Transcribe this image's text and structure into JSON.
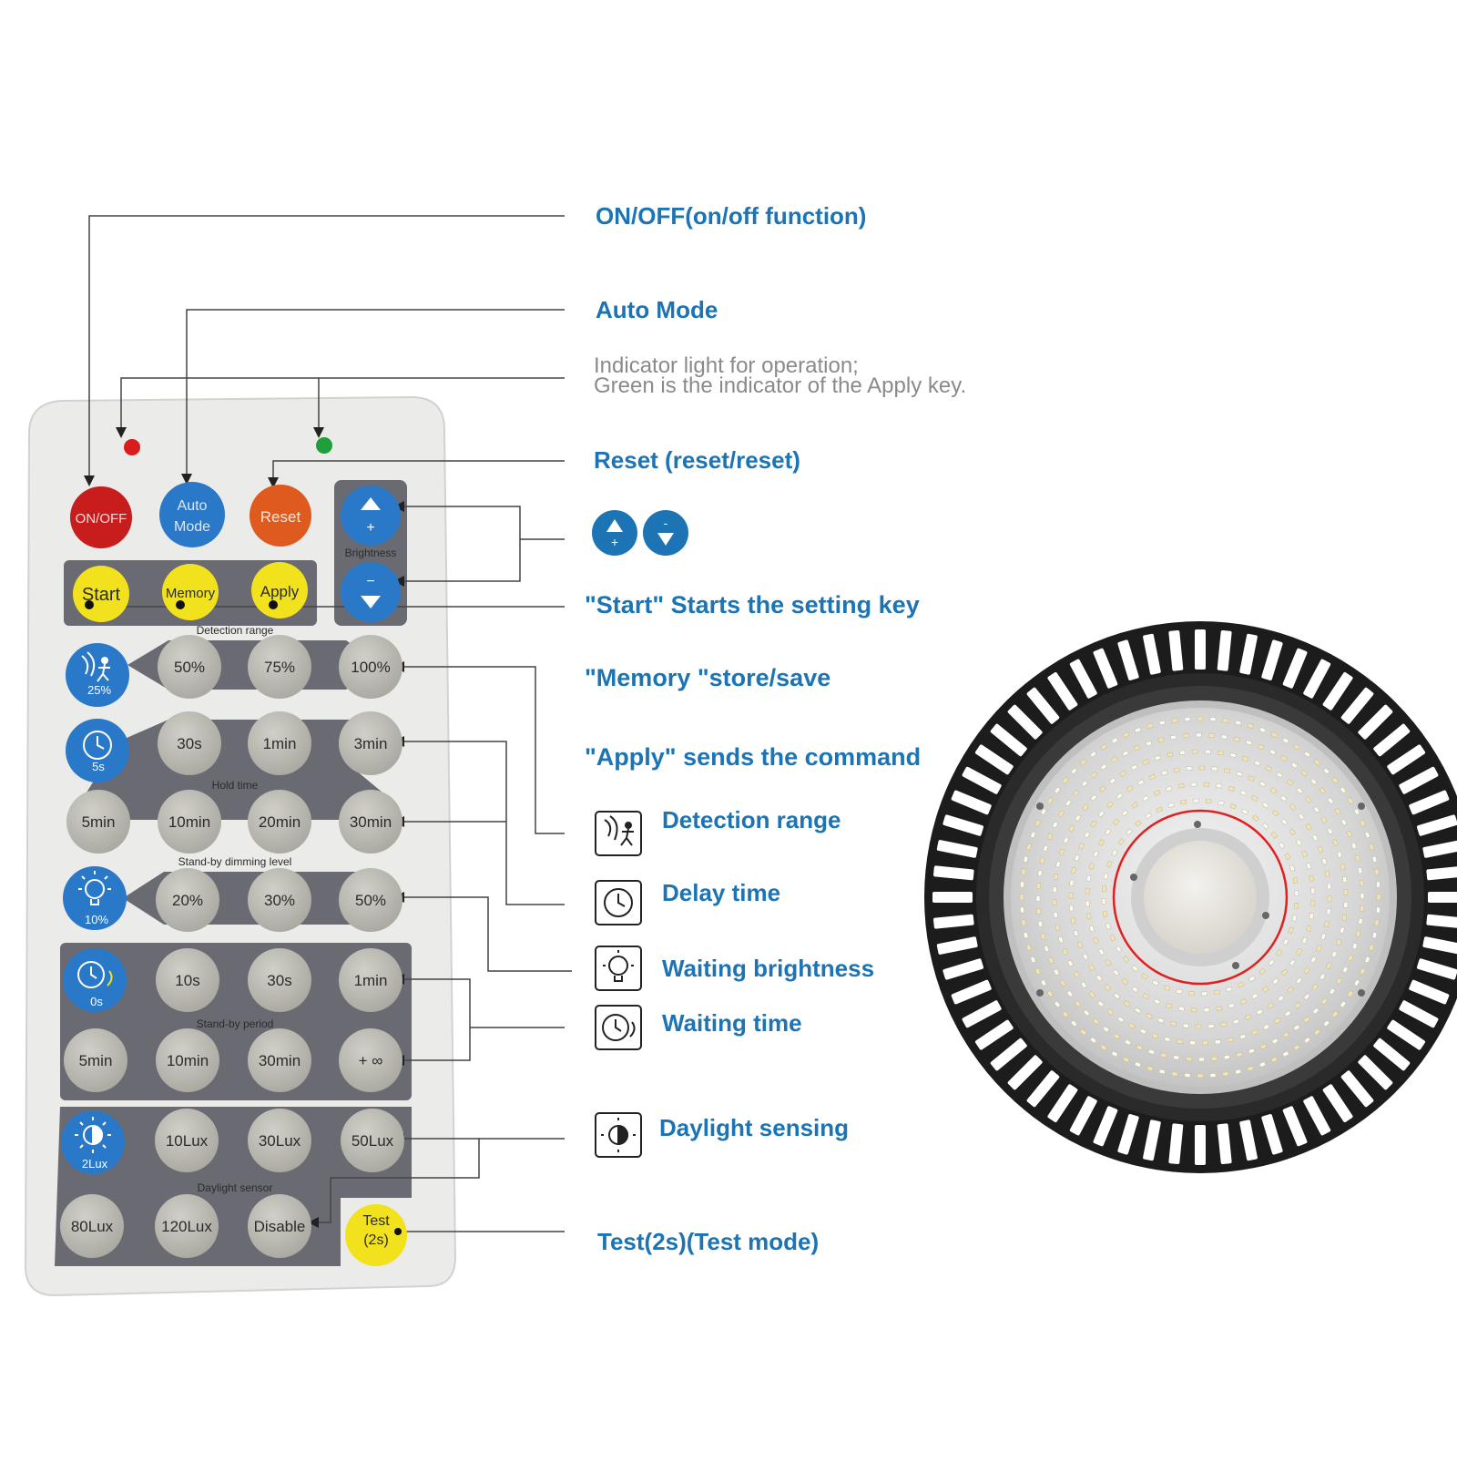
{
  "remote": {
    "buttons": {
      "onoff": "ON/OFF",
      "auto_line1": "Auto",
      "auto_line2": "Mode",
      "reset": "Reset",
      "start": "Start",
      "memory": "Memory",
      "apply": "Apply",
      "test_line1": "Test",
      "test_line2": "(2s)",
      "brightness_up_symbol": "+",
      "brightness_down_symbol": "−",
      "infinity": "+ ∞"
    },
    "section_labels": {
      "brightness": "Brightness",
      "detection_range": "Detection range",
      "hold_time": "Hold time",
      "standby_dimming": "Stand-by dimming level",
      "standby_period": "Stand-by period",
      "daylight_sensor": "Daylight sensor"
    },
    "detection": {
      "icon_value": "25%",
      "values": [
        "50%",
        "75%",
        "100%"
      ]
    },
    "hold": {
      "icon_value": "5s",
      "row1": [
        "30s",
        "1min",
        "3min"
      ],
      "row2": [
        "5min",
        "10min",
        "20min",
        "30min"
      ]
    },
    "dimming": {
      "icon_value": "10%",
      "values": [
        "20%",
        "30%",
        "50%"
      ]
    },
    "standby": {
      "icon_value": "0s",
      "row1": [
        "10s",
        "30s",
        "1min"
      ],
      "row2": [
        "5min",
        "10min",
        "30min"
      ]
    },
    "daylight": {
      "icon_value": "2Lux",
      "row1": [
        "10Lux",
        "30Lux",
        "50Lux"
      ],
      "row2": [
        "80Lux",
        "120Lux",
        "Disable"
      ]
    }
  },
  "callouts": {
    "onoff": "ON/OFF(on/off function)",
    "auto": "Auto Mode",
    "indicator_line1": "Indicator light for operation;",
    "indicator_line2": "Green is the indicator of the Apply key.",
    "reset": "Reset (reset/reset)",
    "start": "\"Start\" Starts the setting key",
    "memory": "\"Memory \"store/save",
    "apply": "\"Apply\" sends the command",
    "detection": "Detection range",
    "delay": "Delay time",
    "waiting_brightness": "Waiting brightness",
    "waiting_time": "Waiting time",
    "daylight": "Daylight sensing",
    "test": "Test(2s)(Test mode)"
  },
  "icons": {
    "brightness_up": "brightness-up-icon",
    "brightness_down": "brightness-down-icon",
    "detection": "motion-sensor-icon",
    "delay": "clock-icon",
    "waiting_brightness": "bulb-icon",
    "waiting_time": "clock-moon-icon",
    "daylight": "sun-half-icon"
  },
  "colors": {
    "label_blue": "#1d74b4",
    "onoff_red": "#c81d1d",
    "auto_blue": "#2a78c8",
    "reset_orange": "#de5a1e",
    "key_yellow": "#f2e21e",
    "key_grey": "#b4b4ac",
    "panel_dark": "#6a6a72",
    "remote_body": "#ebebea",
    "led_red": "#d91c1c",
    "led_green": "#1f9e3a",
    "lamp_black": "#1c1c1c",
    "ring_red": "#e02020"
  }
}
